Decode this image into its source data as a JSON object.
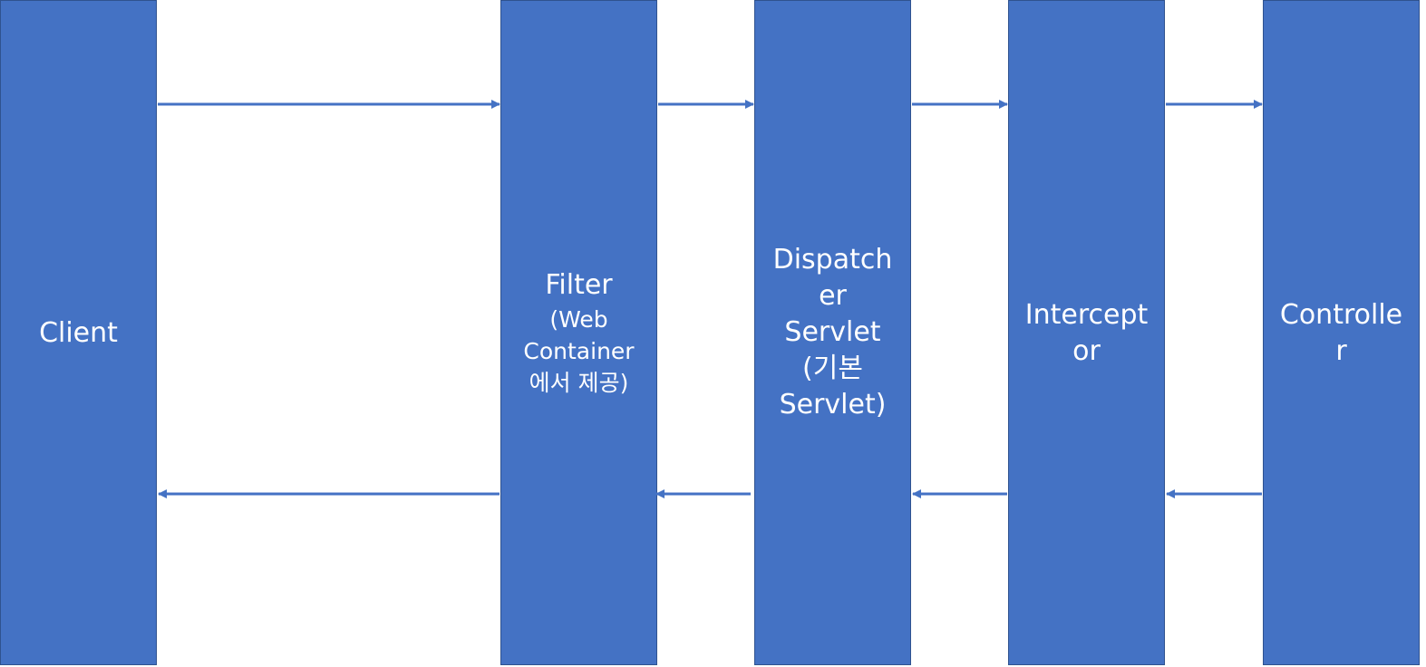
{
  "diagram": {
    "client": {
      "lines": [
        "Client"
      ]
    },
    "filter": {
      "title": "Filter",
      "lines": [
        "(Web",
        "Container",
        "에서 제공)"
      ]
    },
    "dispatcher": {
      "lines": [
        "Dispatch",
        "er",
        "Servlet",
        "(기본",
        "Servlet)"
      ]
    },
    "interceptor": {
      "lines": [
        "Intercept",
        "or"
      ]
    },
    "controller": {
      "lines": [
        "Controlle",
        "r"
      ]
    },
    "colors": {
      "box_fill": "#4472c4",
      "box_border": "#2f528f",
      "arrow": "#4472c4",
      "text": "#ffffff"
    }
  }
}
